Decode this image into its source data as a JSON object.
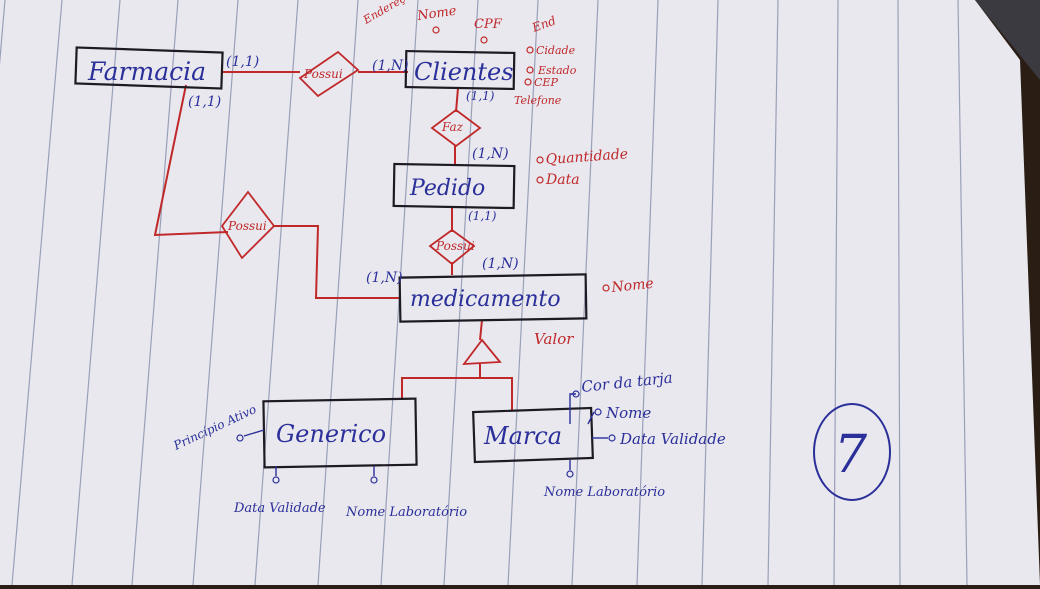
{
  "entities": {
    "farmacia": "Farmacia",
    "clientes": "Clientes",
    "pedido": "Pedido",
    "medicamento": "medicamento",
    "generico": "Generico",
    "marca": "Marca"
  },
  "relationships": {
    "possui_farmacia_clientes": "Possui",
    "faz": "Faz",
    "possui_farmacia_medicamento": "Possui",
    "possui_pedido_medicamento": "Possui"
  },
  "cardinalities": {
    "farmacia_right": "(1,1)",
    "farmacia_bottom": "(1,1)",
    "clientes_left": "(1,N)",
    "clientes_bottom": "(1,1)",
    "pedido_top": "(1,N)",
    "pedido_bottom": "(1,1)",
    "medicamento_top": "(1,N)",
    "medicamento_left": "(1,N)"
  },
  "attributes": {
    "clientes": [
      "Endereço",
      "Nome",
      "CPF",
      "End",
      "Cidade",
      "Estado",
      "CEP",
      "Telefone"
    ],
    "pedido": [
      "Quantidade",
      "Data"
    ],
    "medicamento": [
      "Nome",
      "Valor"
    ],
    "marca": [
      "Cor da tarja",
      "Nome",
      "Data Validade",
      "Nome Laboratório"
    ],
    "generico": [
      "Princípio Ativo",
      "Data Validade",
      "Nome Laboratório"
    ]
  },
  "page_number": "7",
  "colors": {
    "paper": "#e8e8ee",
    "rule_line": "#9aa0b8",
    "entity_border": "#1e1a22",
    "red_ink": "#c0282a",
    "blue_ink": "#2b2f9a",
    "background": "#2a1d14"
  }
}
